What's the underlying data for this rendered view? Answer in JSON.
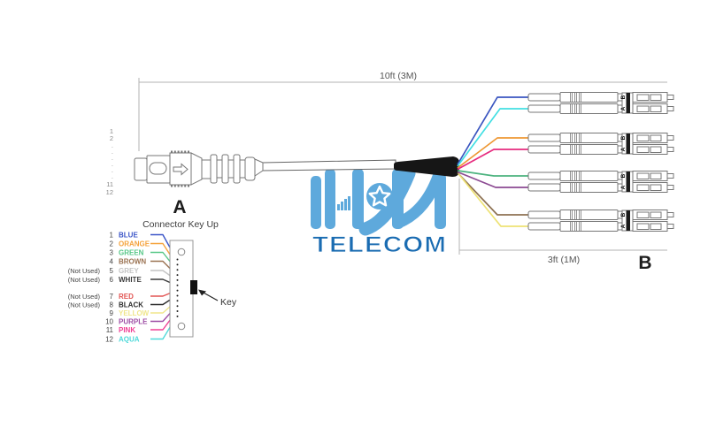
{
  "watermark": {
    "text": "TELECOM",
    "text_color": "#1a6cb2",
    "glyph_color": "#5ea9dc"
  },
  "dimensions": {
    "top": "10ft (3M)",
    "right": "3ft (1M)"
  },
  "labels": {
    "end_a": "A",
    "end_b": "B",
    "key_up_title": "Connector Key Up",
    "key": "Key"
  },
  "mpo_fiber_column": [
    "1",
    "2",
    ".",
    ".",
    ".",
    ".",
    ".",
    ".",
    "11",
    "12"
  ],
  "pinout": [
    {
      "not_used": "",
      "num": "1",
      "name": "BLUE",
      "hex": "#3b55c8"
    },
    {
      "not_used": "",
      "num": "2",
      "name": "ORANGE",
      "hex": "#f5a33c"
    },
    {
      "not_used": "",
      "num": "3",
      "name": "GREEN",
      "hex": "#57c787"
    },
    {
      "not_used": "",
      "num": "4",
      "name": "BROWN",
      "hex": "#9a7251"
    },
    {
      "not_used": "(Not Used)",
      "num": "5",
      "name": "GREY",
      "hex": "#c3c3c3"
    },
    {
      "not_used": "(Not Used)",
      "num": "6",
      "name": "WHITE",
      "hex": "#3a3a3a"
    },
    {
      "not_used": "(Not Used)",
      "num": "7",
      "name": "RED",
      "hex": "#e25553"
    },
    {
      "not_used": "(Not Used)",
      "num": "8",
      "name": "BLACK",
      "hex": "#2e2e2e"
    },
    {
      "not_used": "",
      "num": "9",
      "name": "YELLOW",
      "hex": "#f0e68c"
    },
    {
      "not_used": "",
      "num": "10",
      "name": "PURPLE",
      "hex": "#9d4da4"
    },
    {
      "not_used": "",
      "num": "11",
      "name": "PINK",
      "hex": "#ef4095"
    },
    {
      "not_used": "",
      "num": "12",
      "name": "AQUA",
      "hex": "#4fd9d9"
    }
  ],
  "fanout": [
    {
      "name": "blue",
      "hex": "#3a55c0"
    },
    {
      "name": "aqua",
      "hex": "#43dfe3"
    },
    {
      "name": "orange",
      "hex": "#ee9733"
    },
    {
      "name": "pink",
      "hex": "#e62b7e"
    },
    {
      "name": "green",
      "hex": "#4cb37f"
    },
    {
      "name": "purple",
      "hex": "#8c4a92"
    },
    {
      "name": "brown",
      "hex": "#8e7253"
    },
    {
      "name": "yellow",
      "hex": "#eee274"
    }
  ],
  "lc_clip": {
    "top": "B",
    "bottom": "A"
  }
}
